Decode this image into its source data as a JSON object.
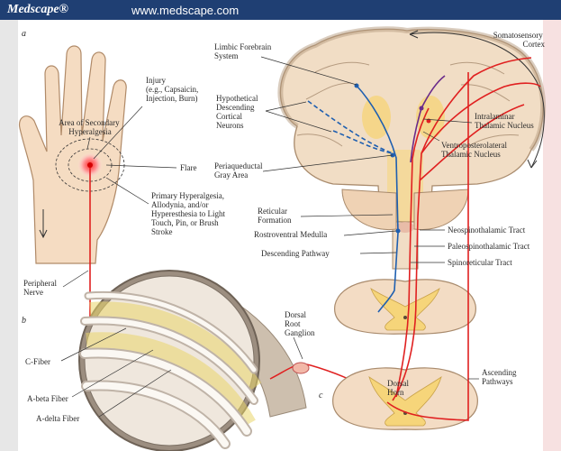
{
  "header": {
    "brand": "Medscape®",
    "url": "www.medscape.com"
  },
  "panel_tags": {
    "a": "a",
    "b": "b",
    "c": "c"
  },
  "labels": {
    "injury": [
      "Injury",
      "(e.g., Capsaicin,",
      "Injection, Burn)"
    ],
    "secondary": [
      "Area of Secondary",
      "Hyperalgesia"
    ],
    "flare": "Flare",
    "primary": [
      "Primary Hyperalgesia,",
      "Allodynia, and/or",
      "Hyperesthesia to Light",
      "Touch, Pin, or Brush",
      "Stroke"
    ],
    "peripheral_nerve": [
      "Peripheral",
      "Nerve"
    ],
    "c_fiber": "C-Fiber",
    "abeta": "A-beta Fiber",
    "adelta": "A-delta Fiber",
    "drg": [
      "Dorsal",
      "Root",
      "Ganglion"
    ],
    "dorsal_horn": [
      "Dorsal",
      "Horn"
    ],
    "limbic": [
      "Limbic Forebrain",
      "System"
    ],
    "descending_neurons": [
      "Hypothetical",
      "Descending",
      "Cortical",
      "Neurons"
    ],
    "pag": [
      "Periaqueductal",
      "Gray Area"
    ],
    "reticular": [
      "Reticular",
      "Formation"
    ],
    "rostroventral": "Rostroventral Medulla",
    "descending_pathway": "Descending Pathway",
    "somatosensory": [
      "Somatosensory",
      "Cortex"
    ],
    "intralaminar": [
      "Intralaminar",
      "Thalamic Nucleus"
    ],
    "vpl": [
      "Ventroposterolateral",
      "Thalamic Nucleus"
    ],
    "neospino": "Neospinothalamic Tract",
    "paleospino": "Paleospinothalamic Tract",
    "spinoreticular": "Spinoreticular Tract",
    "ascending": [
      "Ascending",
      "Pathways"
    ]
  },
  "colors": {
    "header": "#1f3f73",
    "nerve_red": "#e02020",
    "descending_blue": "#1f5fb0",
    "tract_purple": "#6a2a8a",
    "tissue": "#f3dcc4",
    "tissue_outline": "#a98b6d",
    "highlight": "#f6d57a"
  }
}
